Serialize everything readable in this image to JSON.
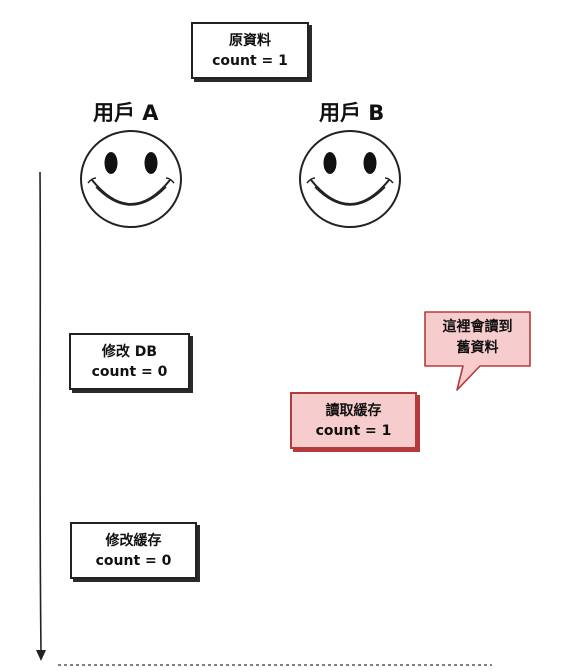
{
  "original_data": {
    "title": "原資料",
    "value": "count = 1"
  },
  "users": [
    {
      "label": "用戶 A"
    },
    {
      "label": "用戶 B"
    }
  ],
  "steps": [
    {
      "title": "修改 DB",
      "value": "count = 0",
      "highlight": false
    },
    {
      "title": "讀取緩存",
      "value": "count = 1",
      "highlight": true
    },
    {
      "title": "修改緩存",
      "value": "count = 0",
      "highlight": false
    }
  ],
  "callout": {
    "line1": "這裡會讀到",
    "line2": "舊資料"
  },
  "colors": {
    "box_border": "#222222",
    "highlight_fill": "#f6cccd",
    "highlight_border": "#b53b3b"
  }
}
